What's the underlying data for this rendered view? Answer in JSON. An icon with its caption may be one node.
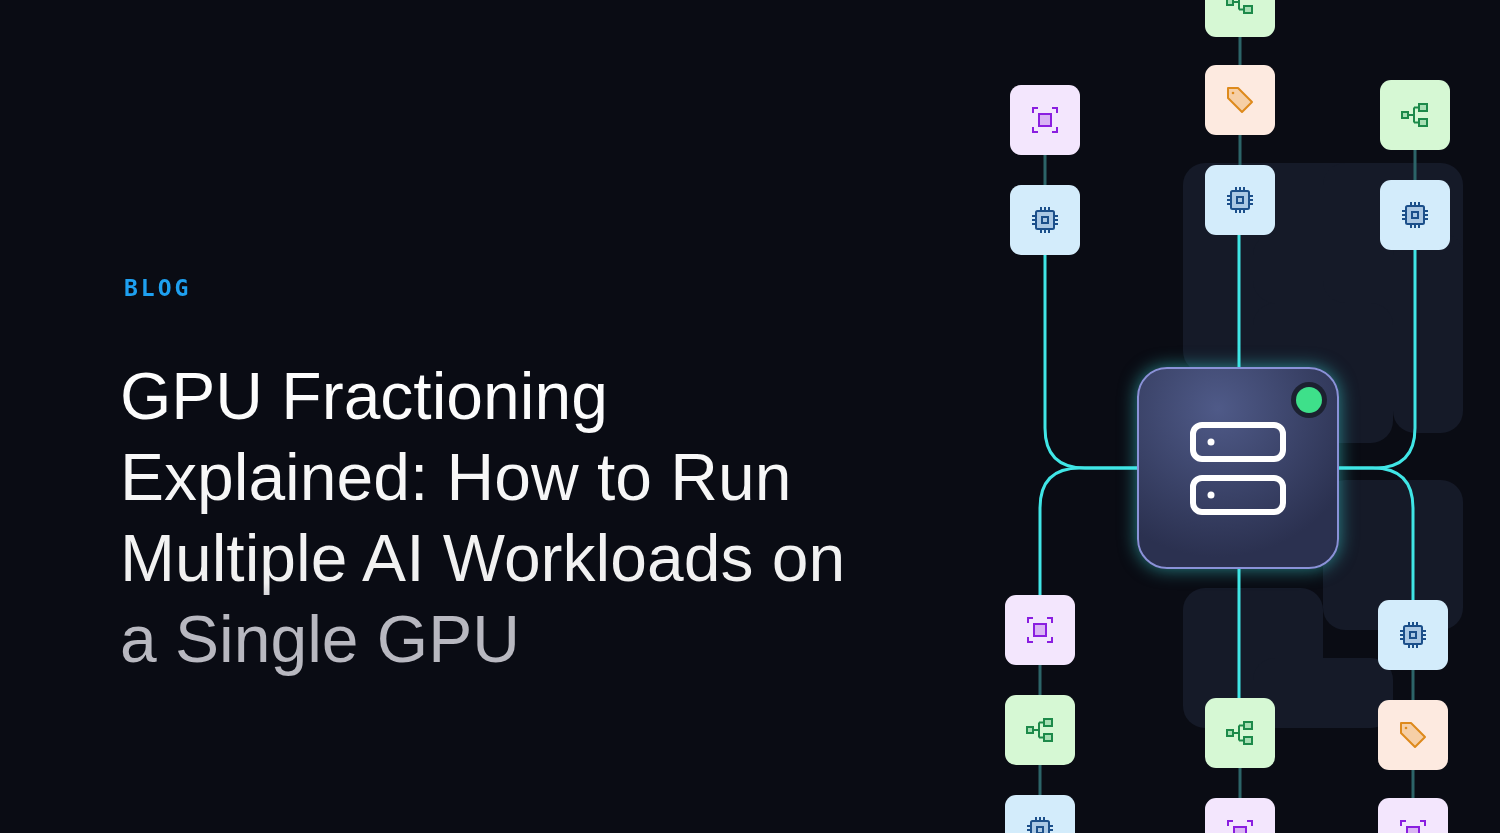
{
  "diagram": {
    "title": "GPU Fractioning Explained: How to Run Multiple AI Workloads on a Single GPU",
    "nodes": [
      {
        "text": [],
        "shape": "box"
      },
      {
        "text": [],
        "shape": "box"
      },
      {
        "text": [],
        "shape": "box"
      },
      {
        "text": [],
        "shape": "box"
      },
      {
        "text": [],
        "shape": "box"
      },
      {
        "text": [],
        "shape": "box"
      },
      {
        "text": [],
        "shape": "box"
      },
      {
        "text": [],
        "shape": "box"
      },
      {
        "text": [],
        "shape": "box"
      },
      {
        "text": [],
        "shape": "box"
      },
      {
        "text": [],
        "shape": "box"
      },
      {
        "text": [],
        "shape": "box"
      },
      {
        "text": [],
        "shape": "box"
      },
      {
        "text": [],
        "shape": "box"
      },
      {
        "text": [],
        "shape": "box"
      },
      {
        "text": [],
        "shape": "box"
      }
    ],
    "edges": [
      {
        "from": 0,
        "to": 2,
        "arrow": "none"
      },
      {
        "from": 2,
        "to": 4,
        "arrow": "none"
      },
      {
        "from": 4,
        "to": 7,
        "arrow": "none",
        "color": "#40e6e6"
      },
      {
        "from": 1,
        "to": 5,
        "arrow": "none"
      },
      {
        "from": 5,
        "to": 7,
        "arrow": "none",
        "color": "#40e6e6"
      },
      {
        "from": 3,
        "to": 6,
        "arrow": "none"
      },
      {
        "from": 6,
        "to": 7,
        "arrow": "none",
        "color": "#40e6e6"
      },
      {
        "from": 7,
        "to": 8,
        "arrow": "none",
        "color": "#40e6e6"
      },
      {
        "from": 7,
        "to": 9,
        "arrow": "none",
        "color": "#40e6e6"
      },
      {
        "from": 7,
        "to": 11,
        "arrow": "none",
        "color": "#40e6e6"
      },
      {
        "from": 8,
        "to": 10,
        "arrow": "none"
      },
      {
        "from": 10,
        "to": 13,
        "arrow": "none"
      },
      {
        "from": 11,
        "to": 14,
        "arrow": "none"
      },
      {
        "from": 9,
        "to": 12,
        "arrow": "none"
      },
      {
        "from": 12,
        "to": 15,
        "arrow": "none"
      }
    ],
    "labels": [
      "BLOG"
    ]
  }
}
